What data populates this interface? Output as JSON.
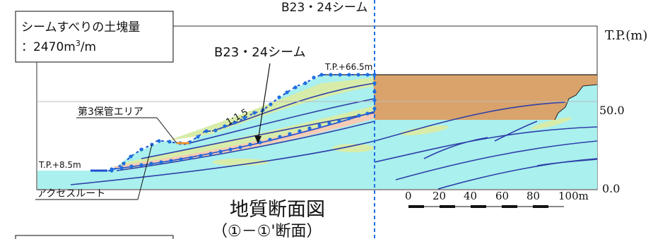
{
  "volume_box": {
    "line1": "シームすべりの土塊量",
    "line2": "：2470m",
    "sup": "3",
    "line2_tail": "/m"
  },
  "seam_top_label": "B23・24シーム",
  "seam_label": "B23・24シーム",
  "elev_top_label": "T.P.+66.5m",
  "elev_low_label": "T.P.+8.5m",
  "slope_label": "1:1.5",
  "storage_area_label": "第3保管エリア",
  "access_route_label": "アクセスルート",
  "axis_unit_label": "T.P.(m)",
  "axis_ticks": [
    "50.0",
    "0.0"
  ],
  "title_line1": "地質断面図",
  "title_line2": "（①－①'断面）",
  "scale_labels": [
    "0",
    "20",
    "40",
    "60",
    "80",
    "100m"
  ],
  "colors": {
    "rock_cyan": "#a9f0ee",
    "fill_brown": "#d9a36b",
    "seam_yellow": "#d8ecaa",
    "seam_pink": "#f5cbb5",
    "layer_lines": "#2f3fa8",
    "dot_blue": "#1f6fe0",
    "ground_line": "#1e4fd0",
    "storage_orange": "#f0932c"
  }
}
